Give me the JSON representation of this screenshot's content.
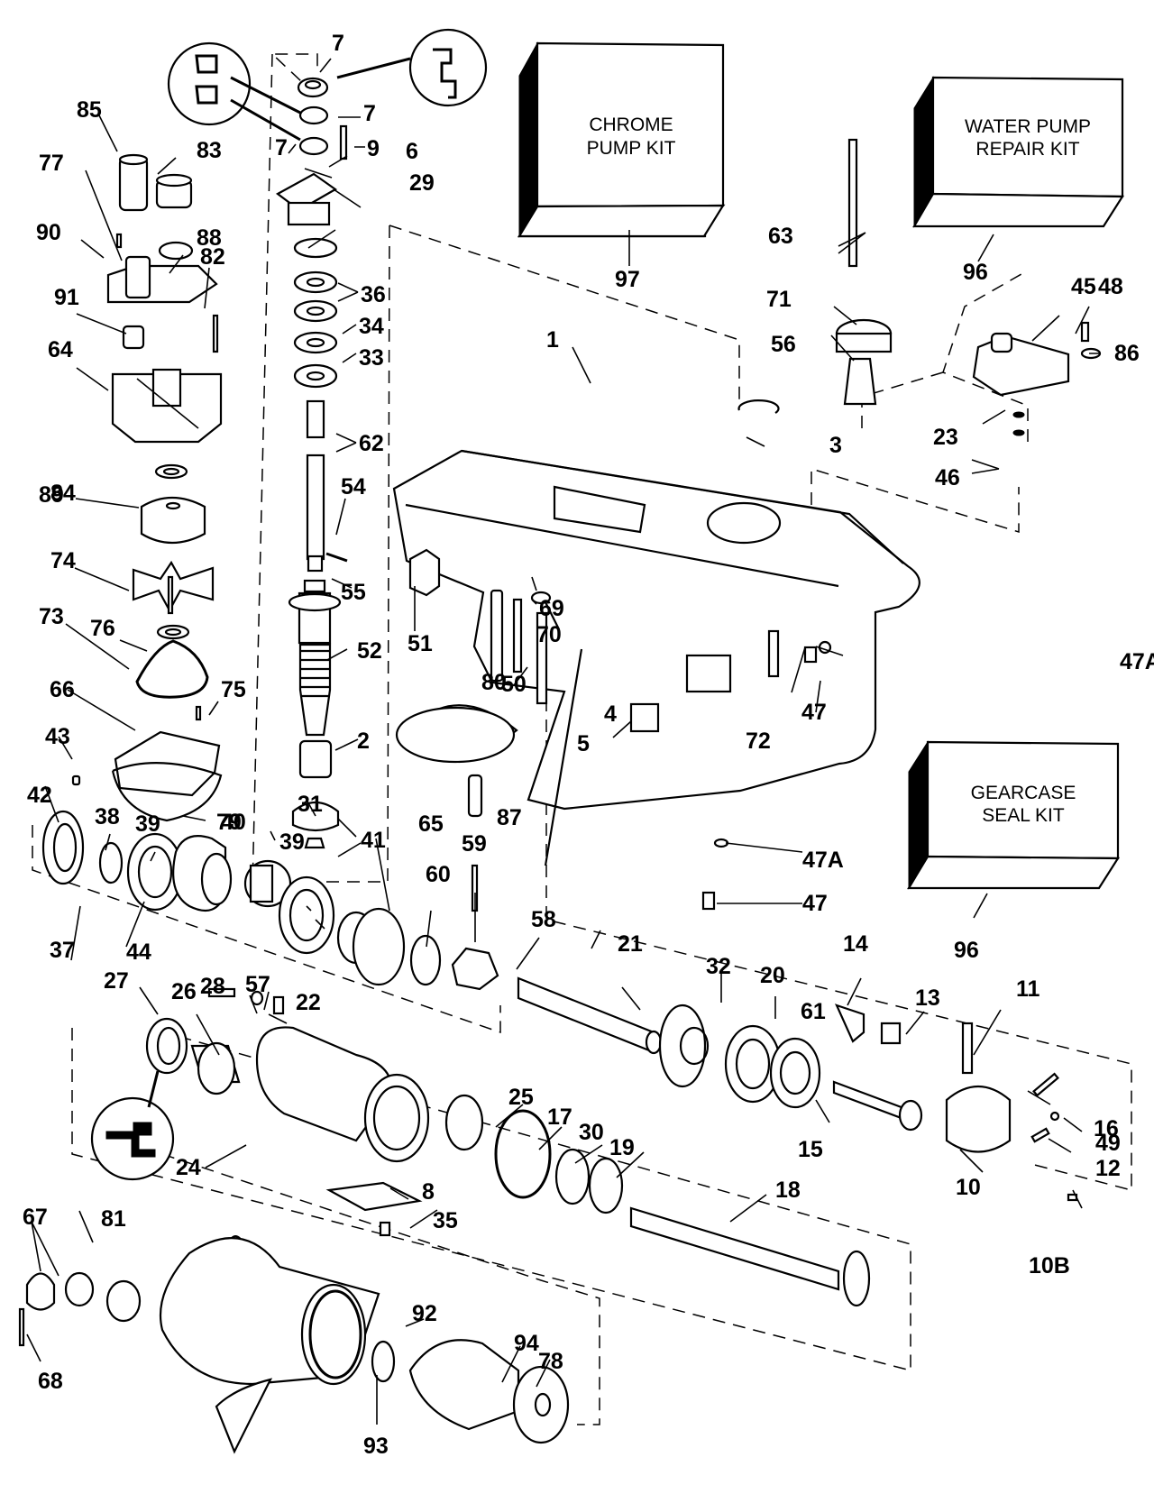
{
  "title": "Gearcase exploded parts diagram",
  "kits": [
    {
      "id": "chrome-pump-kit",
      "line1": "CHROME",
      "line2": "PUMP KIT",
      "callout": "97"
    },
    {
      "id": "water-pump-repair-kit",
      "line1": "WATER PUMP",
      "line2": "REPAIR KIT",
      "callout": "96"
    },
    {
      "id": "gearcase-seal-kit",
      "line1": "GEARCASE",
      "line2": "SEAL KIT",
      "callout": "96"
    }
  ],
  "callouts": [
    "7",
    "7",
    "7",
    "9",
    "6",
    "29",
    "36",
    "34",
    "33",
    "62",
    "54",
    "55",
    "52",
    "2",
    "31",
    "41",
    "85",
    "83",
    "77",
    "88",
    "90",
    "82",
    "91",
    "64",
    "84",
    "89",
    "74",
    "76",
    "73",
    "75",
    "66",
    "43",
    "79",
    "42",
    "38",
    "39",
    "37",
    "44",
    "40",
    "39",
    "60",
    "59",
    "58",
    "1",
    "3",
    "63",
    "71",
    "56",
    "45",
    "48",
    "86",
    "23",
    "46",
    "51",
    "69",
    "70",
    "80",
    "50",
    "4",
    "5",
    "72",
    "47A",
    "47",
    "87",
    "65",
    "47A",
    "47",
    "21",
    "32",
    "20",
    "61",
    "14",
    "13",
    "11",
    "16",
    "49",
    "12",
    "10",
    "10B",
    "15",
    "28",
    "57",
    "22",
    "26",
    "27",
    "24",
    "25",
    "17",
    "30",
    "19",
    "18",
    "8",
    "35",
    "67",
    "81",
    "68",
    "92",
    "94",
    "78",
    "93"
  ],
  "icons": [
    "seal-orientation-detail-icon",
    "seal-orientation-detail-icon",
    "seal-orientation-detail-icon"
  ]
}
